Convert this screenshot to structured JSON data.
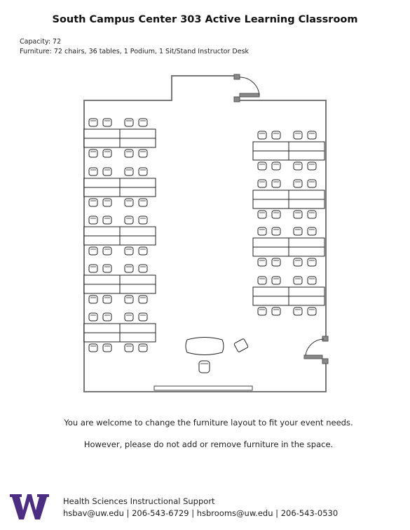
{
  "title": "South Campus Center 303 Active Learning Classroom",
  "capacity": "Capacity: 72",
  "furniture": "Furniture: 72 chairs,  36 tables, 1 Podium, 1 Sit/Stand Instructor Desk",
  "notes": {
    "line1": "You are welcome to change the furniture layout to fit your event needs.",
    "line2": "However, please do not add or remove furniture in the space."
  },
  "footer": {
    "org": "Health Sciences Instructional Support",
    "contacts": "hsbav@uw.edu | 206-543-6729 | hsbrooms@uw.edu | 206-543-0530"
  },
  "logo": {
    "text": "W",
    "color": "#4b2e83"
  }
}
